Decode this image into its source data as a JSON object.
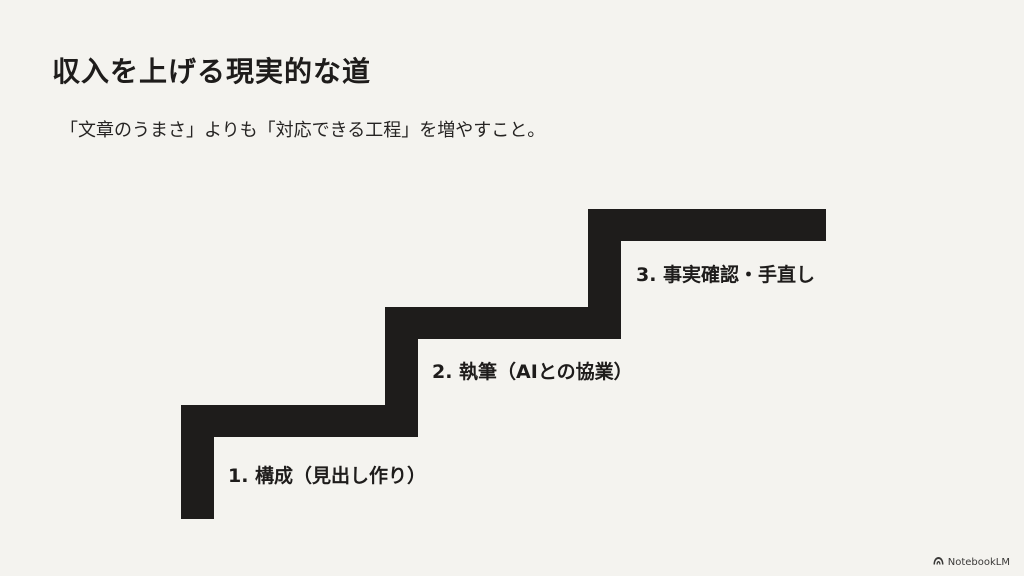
{
  "slide": {
    "title": "収入を上げる現実的な道",
    "subtitle": "「文章のうまさ」よりも「対応できる工程」を増やすこと。",
    "steps": [
      {
        "label": "1. 構成（見出し作り）"
      },
      {
        "label": "2. 執筆（AIとの協業）"
      },
      {
        "label": "3. 事実確認・手直し"
      }
    ],
    "colors": {
      "background": "#f4f3ef",
      "stair": "#1e1c1b",
      "text": "#1e1c1b"
    }
  },
  "branding": {
    "label": "NotebookLM",
    "icon": "notebooklm-logo-icon"
  }
}
